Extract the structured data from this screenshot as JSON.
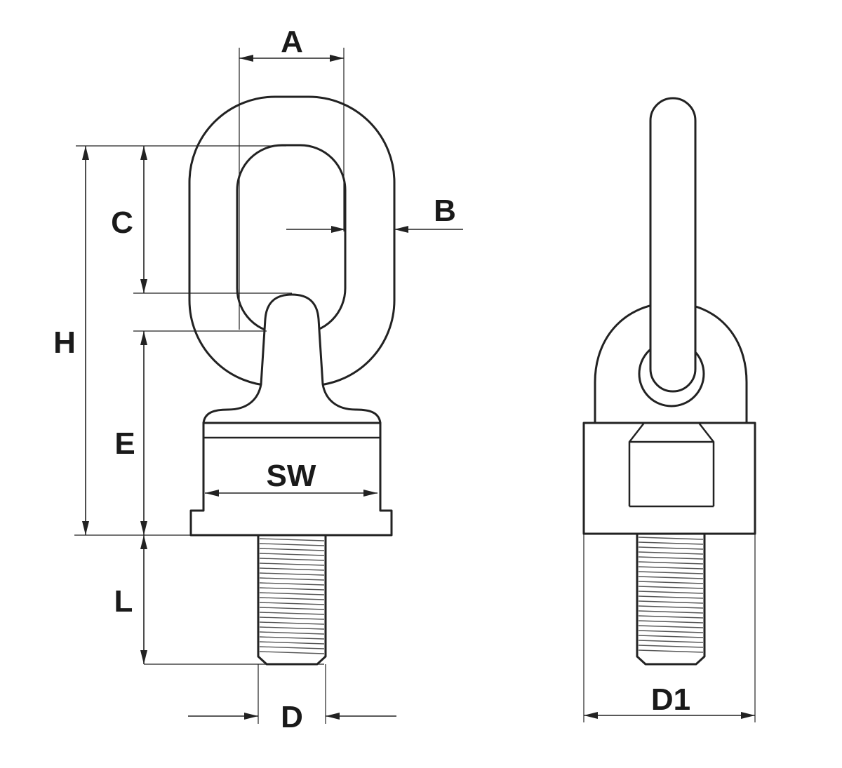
{
  "labels": {
    "A": "A",
    "B": "B",
    "C": "C",
    "H": "H",
    "E": "E",
    "SW": "SW",
    "L": "L",
    "D": "D",
    "D1": "D1"
  },
  "colors": {
    "line": "#222222",
    "background": "#ffffff"
  }
}
